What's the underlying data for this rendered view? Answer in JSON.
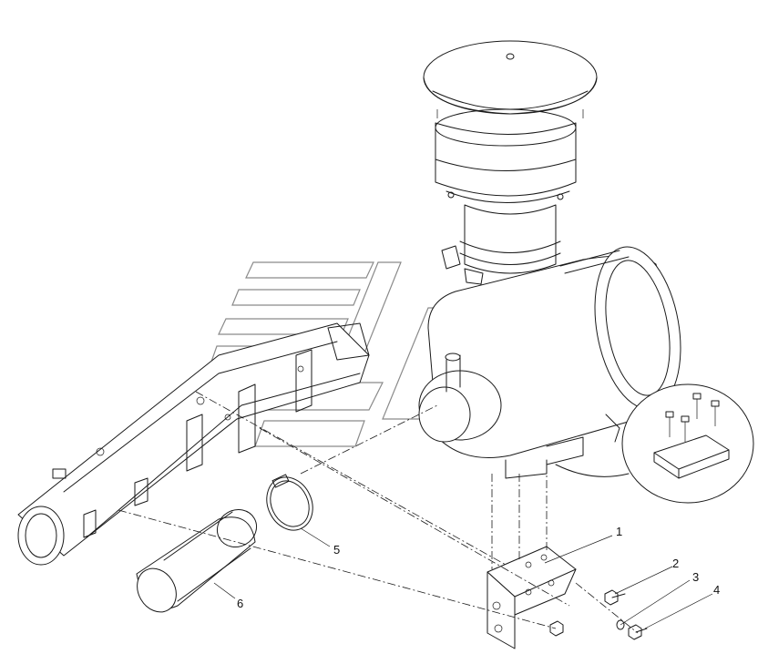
{
  "callouts": [
    {
      "id": "1",
      "text": "1"
    },
    {
      "id": "2",
      "text": "2"
    },
    {
      "id": "3",
      "text": "3"
    },
    {
      "id": "4",
      "text": "4"
    },
    {
      "id": "5",
      "text": "5"
    },
    {
      "id": "6",
      "text": "6"
    }
  ],
  "colors": {
    "line": "#1a1a1a",
    "background": "#ffffff",
    "watermark": "#8a8a8a"
  }
}
